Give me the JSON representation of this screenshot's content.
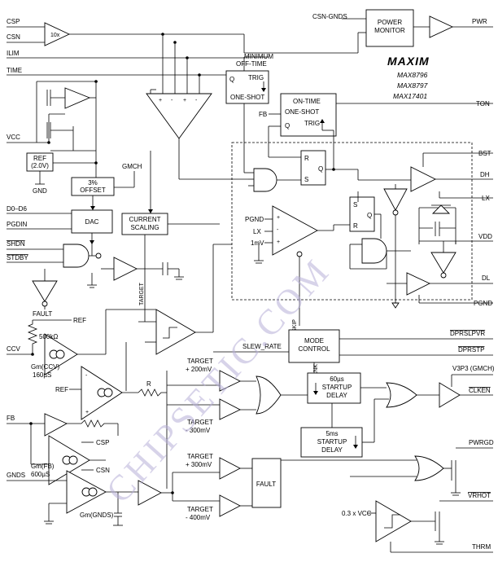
{
  "pins_left": {
    "csp": "CSP",
    "csn": "CSN",
    "ilim": "ILIM",
    "time": "TIME",
    "vcc": "VCC",
    "d0_d6": "D0–D6",
    "pgdin": "PGDIN",
    "shdn": "SHDN",
    "stdby": "STDBY",
    "ccv": "CCV",
    "fb": "FB",
    "gnds": "GNDS"
  },
  "pins_right": {
    "pwr": "PWR",
    "ton": "TON",
    "bst": "BST",
    "dh": "DH",
    "lx": "LX",
    "vdd": "VDD",
    "dl": "DL",
    "pgnd": "PGND",
    "dprslpvr": "DPRSLPVR",
    "dprstp": "DPRSTP",
    "v3p3": "V3P3 (GMCH)",
    "clken": "CLKEN",
    "pwrgd": "PWRGD",
    "vrhot": "VRHOT",
    "thrm": "THRM"
  },
  "brand": {
    "logo": "MAXIM",
    "parts": [
      "MAX8796",
      "MAX8797",
      "MAX17401"
    ]
  },
  "blocks": {
    "power_monitor": [
      "POWER",
      "MONITOR"
    ],
    "csn_gnds": "CSN-GNDS",
    "gain": "10x",
    "min_offtime": [
      "MINIMUM",
      "OFF-TIME"
    ],
    "os1_q": "Q",
    "os1_trig": "TRIG",
    "os1_name": "ONE-SHOT",
    "ontime": [
      "ON-TIME",
      "ONE-SHOT"
    ],
    "ontime_fb": "FB",
    "ontime_q": "Q",
    "ontime_trig": "TRIG",
    "ref": [
      "REF",
      "(2.0V)"
    ],
    "gnd": "GND",
    "offset": [
      "3%",
      "OFFSET"
    ],
    "gmch": "GMCH",
    "dac": "DAC",
    "current_scaling": [
      "CURRENT",
      "SCALING"
    ],
    "fault_in": "FAULT",
    "target_vert": "TARGET",
    "sr1_r": "R",
    "sr1_q": "Q",
    "sr1_s": "S",
    "sr2_s": "S",
    "sr2_q": "Q",
    "sr2_r": "R",
    "comp_pgnd": "PGND",
    "comp_lx": "LX",
    "comp_1mv": "1mV",
    "skip": "SKIP",
    "ref_lbl": "REF",
    "r500k": "500kΩ",
    "gm_ccv": [
      "Gm(CCV)",
      "160µS"
    ],
    "slew_rate": "SLEW_RATE",
    "mode_control": [
      "MODE",
      "CONTROL"
    ],
    "blank": "BLANK",
    "ref2": "REF",
    "r_lbl": "R",
    "tgt_p200": [
      "TARGET",
      "+ 200mV"
    ],
    "tgt_m300": [
      "TARGET",
      "- 300mV"
    ],
    "tgt_p300": [
      "TARGET",
      "+ 300mV"
    ],
    "tgt_m400": [
      "TARGET",
      "- 400mV"
    ],
    "startup60": [
      "60µs",
      "STARTUP",
      "DELAY"
    ],
    "startup5": [
      "5ms",
      "STARTUP",
      "DELAY"
    ],
    "fault_block": "FAULT",
    "csp_in": "CSP",
    "csn_in": "CSN",
    "gm_fb": [
      "Gm(FB)",
      "600µS"
    ],
    "gm_gnds": "Gm(GNDS)",
    "vcc_frac": "0.3 x VCC"
  },
  "watermark": "CHIPSETIC.COM"
}
